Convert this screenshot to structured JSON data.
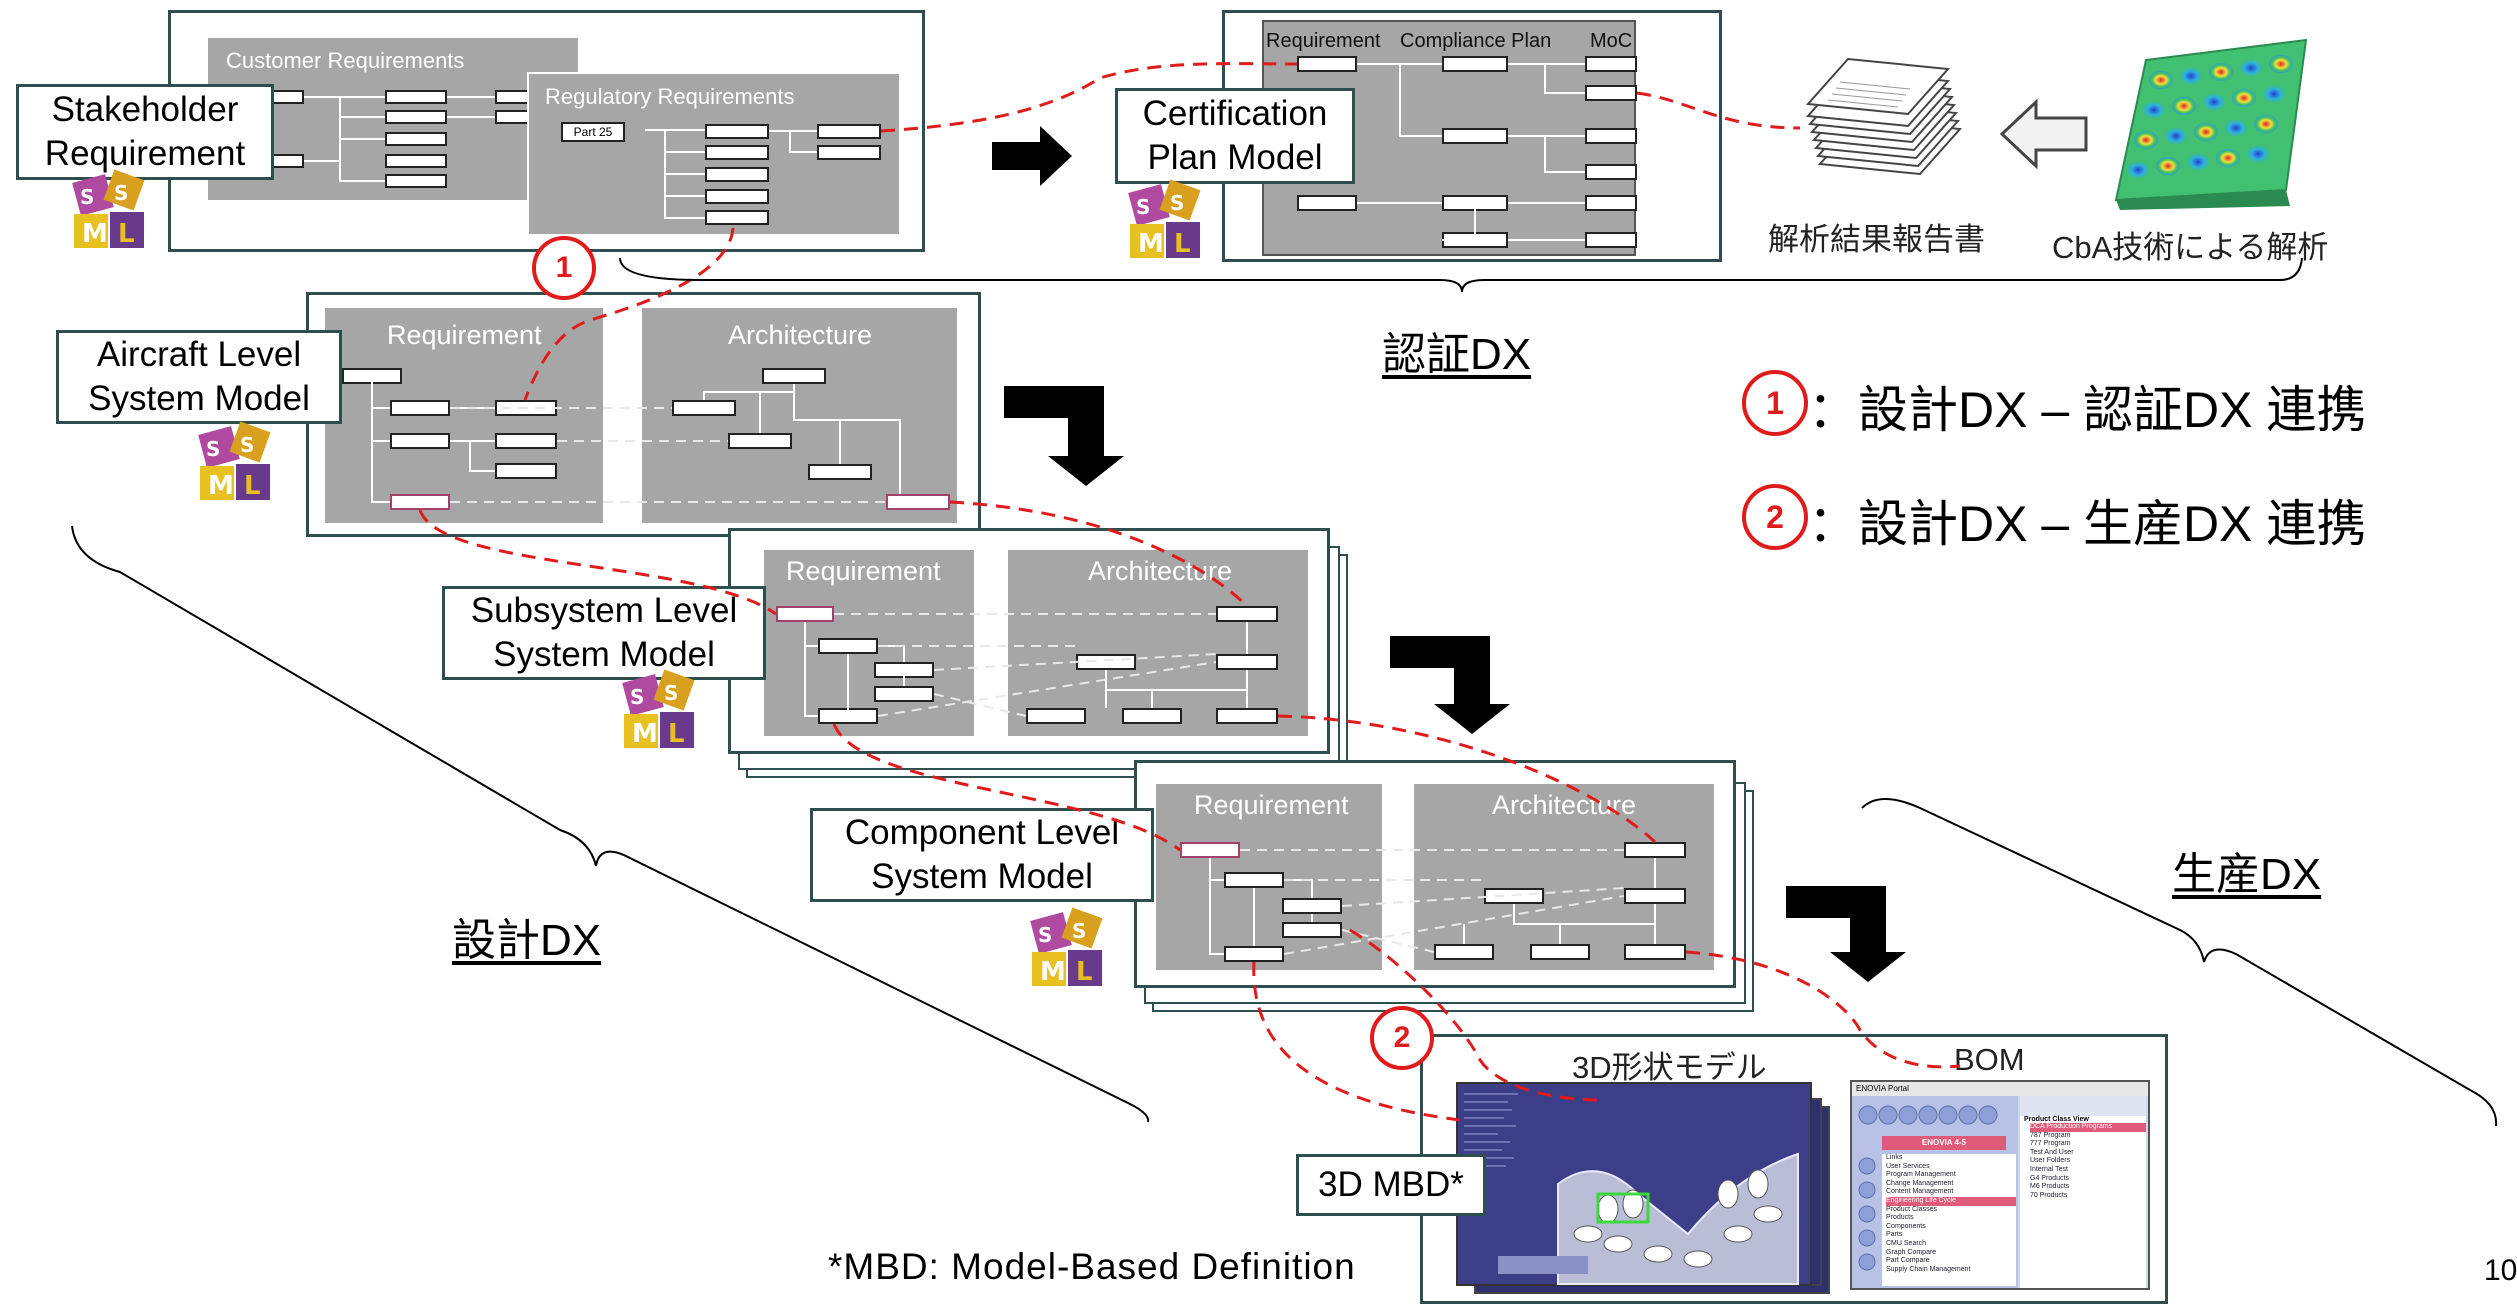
{
  "stakeholder": {
    "label_line1": "Stakeholder",
    "label_line2": "Requirement",
    "customer_requirements": "Customer Requirements",
    "regulatory_requirements": "Regulatory Requirements",
    "part_label": "Part 25"
  },
  "certification": {
    "label_line1": "Certification",
    "label_line2": "Plan Model",
    "col_requirement": "Requirement",
    "col_compliance_plan": "Compliance Plan",
    "col_moc": "MoC"
  },
  "analysis": {
    "report_caption": "解析結果報告書",
    "cba_caption": "CbA技術による解析"
  },
  "aircraft": {
    "label_line1": "Aircraft Level",
    "label_line2": "System Model",
    "requirement": "Requirement",
    "architecture": "Architecture"
  },
  "subsystem": {
    "label_line1": "Subsystem Level",
    "label_line2": "System Model",
    "requirement": "Requirement",
    "architecture": "Architecture"
  },
  "component": {
    "label_line1": "Component Level",
    "label_line2": "System Model",
    "requirement": "Requirement",
    "architecture": "Architecture"
  },
  "production": {
    "shape_model_caption": "3D形状モデル",
    "bom_caption": "BOM",
    "mbd_label": "3D MBD*",
    "footnote": "*MBD: Model-Based Definition",
    "bom_window": {
      "titlebar": "ENOVIA Portal",
      "tab": "ENOVIA 4-5",
      "class_view": "Product Class View",
      "program_items": [
        "DCA Production Programs",
        "787 Program",
        "777 Program",
        "Test And User",
        "User Folders",
        "Internal Test",
        "G4 Products",
        "M6 Products",
        "70 Products"
      ],
      "left_items": [
        "Links",
        "User Services",
        "Program Management",
        "Change Management",
        "Content Management",
        "Engineering Life Cycle",
        "Product Classes",
        "Products",
        "Components",
        "Parts",
        "CMU Search",
        "Graph Compare",
        "Part Compare",
        "Supply Chain Management"
      ]
    }
  },
  "legend": {
    "item1_number": "1",
    "item1_text": "：設計DX – 認証DX 連携",
    "item2_number": "2",
    "item2_text": "：設計DX – 生産DX 連携"
  },
  "regions": {
    "certification_dx": "認証DX",
    "design_dx": "設計DX",
    "production_dx": "生産DX"
  },
  "markers": {
    "marker1": "1",
    "marker2": "2"
  },
  "page_number": "10",
  "icons": [
    "sysml-logo-icon",
    "right-arrow-icon",
    "left-outline-arrow-icon",
    "elbow-down-arrow-icon",
    "document-stack-icon",
    "heatmap-panel-icon"
  ],
  "colors": {
    "link_dashed": "#e01b1b",
    "marker": "#e01b1b",
    "panel_gray": "#a6a6a6",
    "frame": "#2f4f4f"
  }
}
